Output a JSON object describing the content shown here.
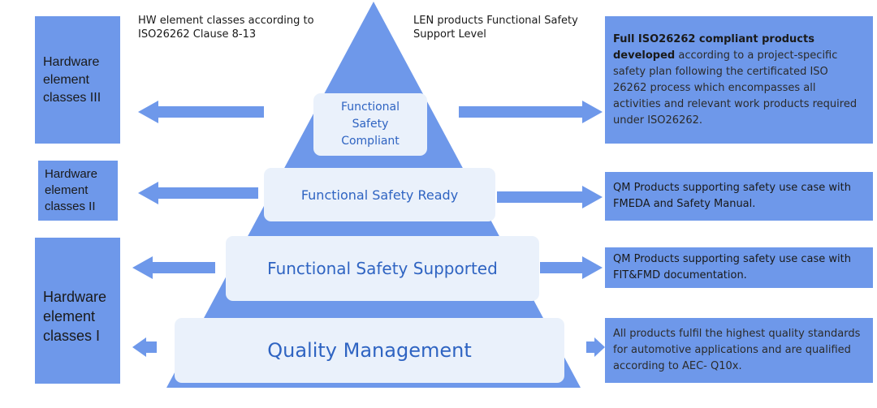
{
  "colors": {
    "box_fill": "#6e98ea",
    "pyramid_fill": "#6e98ea",
    "level_fill": "#eaf1fb",
    "level_text": "#2f64c2",
    "arrow_fill": "#6e98ea"
  },
  "headers": {
    "left": "HW element classes according to ISO26262 Clause 8-13",
    "right": "LEN products Functional Safety Support Level"
  },
  "hw_classes": {
    "class3": "Hardware\nelement\nclasses III",
    "class2": "Hardware\nelement\nclasses II",
    "class1": "Hardware\nelement\nclasses I"
  },
  "levels": {
    "compliant": "Functional Safety Compliant",
    "ready": "Functional Safety Ready",
    "supported": "Functional Safety Supported",
    "quality": "Quality Management"
  },
  "descriptions": {
    "compliant_bold": "Full ISO26262 compliant products developed",
    "compliant_rest": " according to a project-specific safety plan following  the certificated ISO 26262 process which encompasses all activities and relevant work products required under ISO26262.",
    "ready": "QM Products supporting safety use case with FMEDA and Safety Manual.",
    "supported": "QM Products supporting safety use case with FIT&FMD documentation.",
    "quality": "All products fulfil the highest quality standards for automotive applications and are qualified according to AEC- Q10x."
  }
}
